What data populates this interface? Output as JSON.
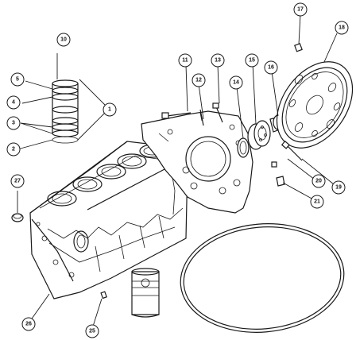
{
  "highlight_color": "#f4ea3a",
  "callouts": [
    {
      "id": "c1",
      "label": "1"
    },
    {
      "id": "c2",
      "label": "2"
    },
    {
      "id": "c3",
      "label": "3"
    },
    {
      "id": "c4",
      "label": "4"
    },
    {
      "id": "c5",
      "label": "5"
    },
    {
      "id": "c10",
      "label": "10"
    },
    {
      "id": "c11",
      "label": "11"
    },
    {
      "id": "c12",
      "label": "12"
    },
    {
      "id": "c13",
      "label": "13"
    },
    {
      "id": "c14",
      "label": "14",
      "highlighted": true
    },
    {
      "id": "c15",
      "label": "15"
    },
    {
      "id": "c16",
      "label": "16"
    },
    {
      "id": "c17",
      "label": "17"
    },
    {
      "id": "c18",
      "label": "18"
    },
    {
      "id": "c19",
      "label": "19"
    },
    {
      "id": "c20",
      "label": "20"
    },
    {
      "id": "c21",
      "label": "21"
    },
    {
      "id": "c25",
      "label": "25"
    },
    {
      "id": "c26",
      "label": "26"
    },
    {
      "id": "c27",
      "label": "27"
    }
  ]
}
